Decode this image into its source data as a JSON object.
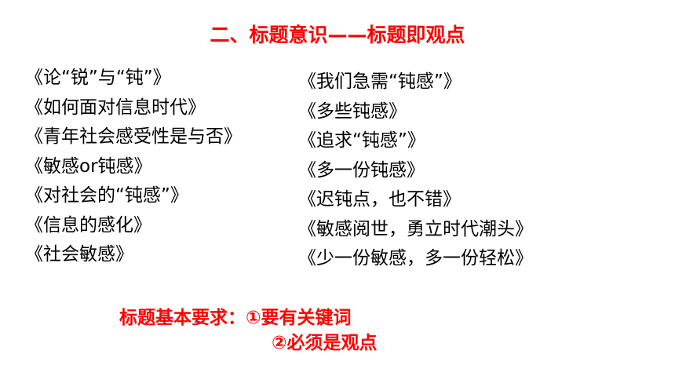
{
  "slide": {
    "heading": "二、标题意识——标题即观点",
    "left_titles": [
      "《论“锐”与“钝”》",
      "《如何面对信息时代》",
      "《青年社会感受性是与否》",
      "《敏感or钝感》",
      "《对社会的“钝感”》",
      "《信息的感化》",
      "《社会敏感》"
    ],
    "right_titles": [
      "《我们急需“钝感”》",
      "《多些钝感》",
      "《追求“钝感”》",
      "《多一份钝感》",
      "《迟钝点，也不错》",
      "《敏感阅世，勇立时代潮头》",
      "《少一份敏感，多一份轻松》"
    ],
    "requirements": {
      "line1": "标题基本要求：①要有关键词",
      "line2": "②必须是观点"
    }
  },
  "colors": {
    "accent": "#ff0000",
    "text": "#000000",
    "background": "#ffffff"
  }
}
